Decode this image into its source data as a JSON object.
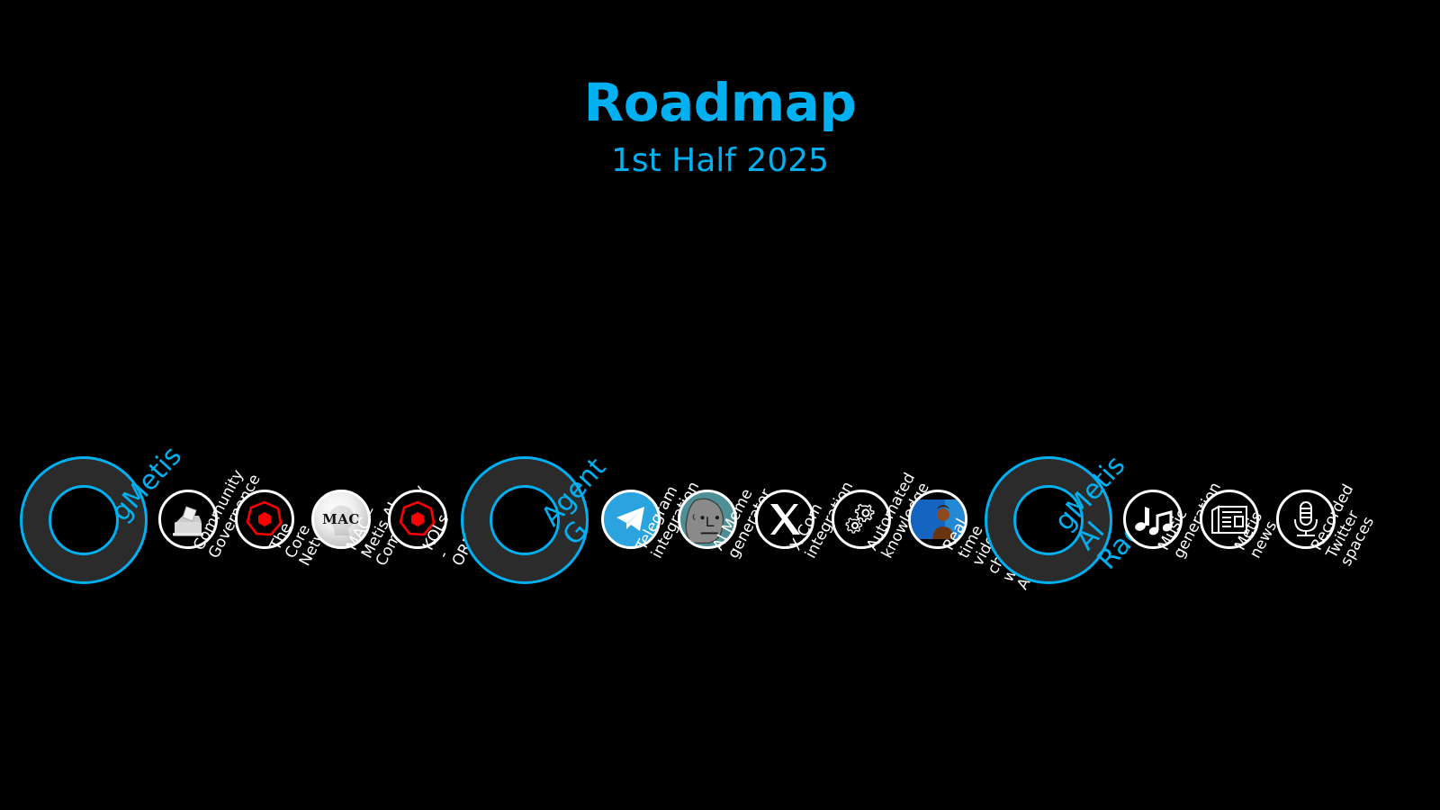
{
  "header": {
    "title": "Roadmap",
    "subtitle": "1st Half 2025"
  },
  "colors": {
    "background": "#000000",
    "accent": "#00b0f0",
    "node_stroke": "#ffffff",
    "milestone_band": "#2b2b2b",
    "metis_red": "#ff0000",
    "telegram_blue": "#2aa3df",
    "npc_teal": "#4e8f95"
  },
  "milestones": [
    {
      "label": "gMetis",
      "icon": "donut-ring-icon"
    },
    {
      "label": "Agent G",
      "icon": "donut-ring-icon"
    },
    {
      "label": "gMetis AI\nRadio",
      "icon": "donut-ring-icon"
    }
  ],
  "nodes": [
    {
      "label": "Community\nGovernance",
      "icon": "ballot-box-icon"
    },
    {
      "label": "The Core\nNetwork",
      "icon": "metis-hexagon-icon"
    },
    {
      "label": "MAC – Metis AI\nCommunity",
      "icon": "mac-logo-icon"
    },
    {
      "label": "KOLs - ORBIT",
      "icon": "metis-hexagon-icon"
    },
    {
      "label": "Telegram\nintegration",
      "icon": "telegram-icon"
    },
    {
      "label": "AI Meme\ngenerator",
      "icon": "npc-meme-face-icon"
    },
    {
      "label": "X.Com\nintegration",
      "icon": "x-logo-icon"
    },
    {
      "label": "Automated\nknowledge",
      "icon": "gears-icon"
    },
    {
      "label": "Real time\nvideo chat\nwith Agent",
      "icon": "video-chat-icon"
    },
    {
      "label": "Music\ngeneration",
      "icon": "music-notes-icon"
    },
    {
      "label": "Metis news",
      "icon": "newspaper-icon"
    },
    {
      "label": "Recorded\nTwitter spaces",
      "icon": "microphone-icon"
    }
  ]
}
